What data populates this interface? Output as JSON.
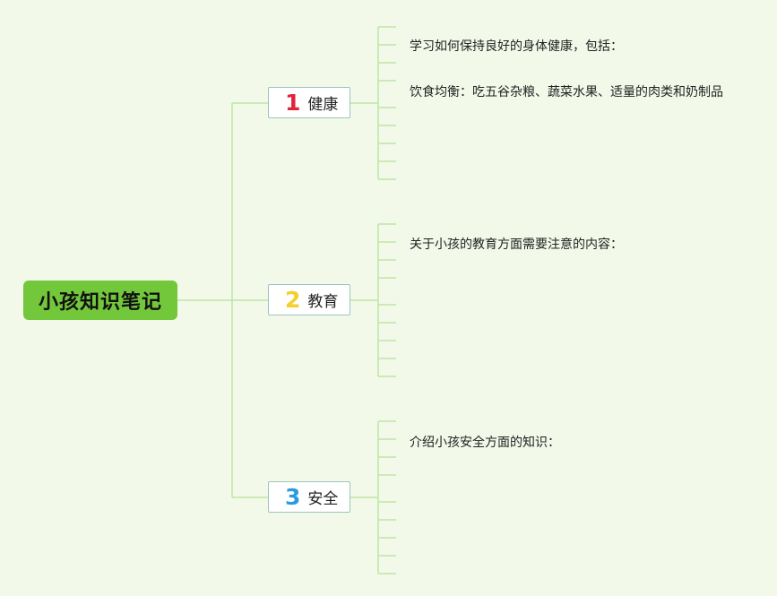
{
  "root": {
    "title": "小孩知识笔记"
  },
  "branches": [
    {
      "number": "1",
      "label": "健康",
      "color": "#e0243a",
      "notes": [
        "学习如何保持良好的身体健康，包括：",
        "饮食均衡：吃五谷杂粮、蔬菜水果、适量的肉类和奶制品"
      ]
    },
    {
      "number": "2",
      "label": "教育",
      "color": "#f5cf2a",
      "notes": [
        "关于小孩的教育方面需要注意的内容："
      ]
    },
    {
      "number": "3",
      "label": "安全",
      "color": "#2b9be0",
      "notes": [
        "介绍小孩安全方面的知识："
      ]
    }
  ],
  "colors": {
    "background": "#f2f9e9",
    "root": "#73c73a",
    "line": "#bfe6a6",
    "branch_border": "#9cc4c0"
  }
}
